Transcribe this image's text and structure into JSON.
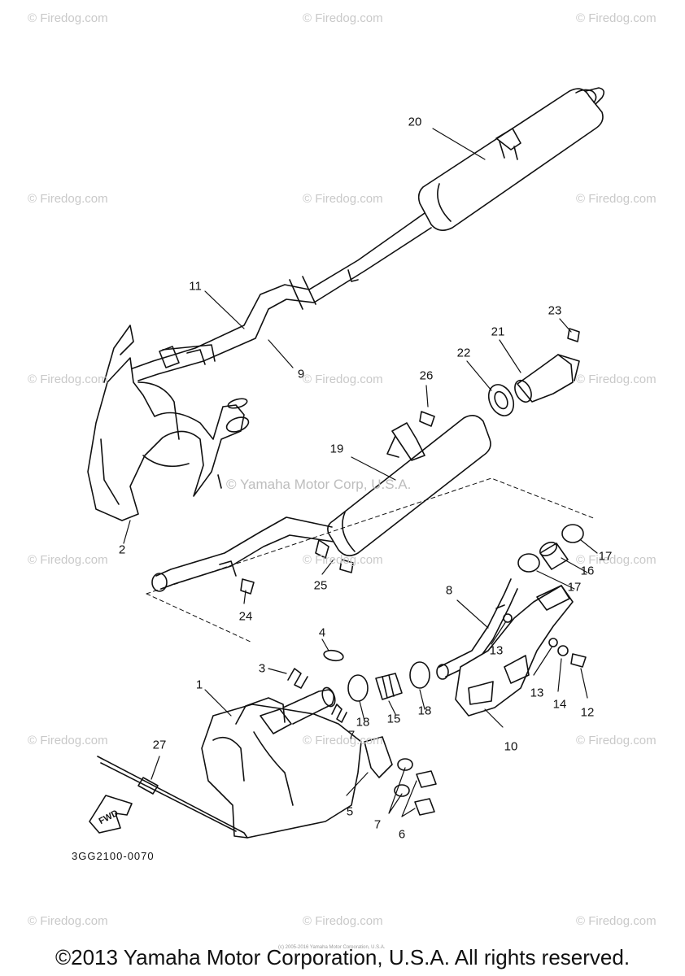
{
  "watermark": "© Firedog.com",
  "center_watermark": "© Yamaha Motor Corp, U.S.A.",
  "callouts": [
    {
      "id": "c1",
      "label": "1"
    },
    {
      "id": "c2",
      "label": "2"
    },
    {
      "id": "c3",
      "label": "3"
    },
    {
      "id": "c4",
      "label": "4"
    },
    {
      "id": "c5",
      "label": "5"
    },
    {
      "id": "c6",
      "label": "6"
    },
    {
      "id": "c7a",
      "label": "7"
    },
    {
      "id": "c7b",
      "label": "7"
    },
    {
      "id": "c8",
      "label": "8"
    },
    {
      "id": "c9",
      "label": "9"
    },
    {
      "id": "c10",
      "label": "10"
    },
    {
      "id": "c11",
      "label": "11"
    },
    {
      "id": "c12",
      "label": "12"
    },
    {
      "id": "c13a",
      "label": "13"
    },
    {
      "id": "c13b",
      "label": "13"
    },
    {
      "id": "c14",
      "label": "14"
    },
    {
      "id": "c15",
      "label": "15"
    },
    {
      "id": "c16",
      "label": "16"
    },
    {
      "id": "c17a",
      "label": "17"
    },
    {
      "id": "c17b",
      "label": "17"
    },
    {
      "id": "c18a",
      "label": "18"
    },
    {
      "id": "c18b",
      "label": "18"
    },
    {
      "id": "c19",
      "label": "19"
    },
    {
      "id": "c20",
      "label": "20"
    },
    {
      "id": "c21",
      "label": "21"
    },
    {
      "id": "c22",
      "label": "22"
    },
    {
      "id": "c23",
      "label": "23"
    },
    {
      "id": "c24",
      "label": "24"
    },
    {
      "id": "c25",
      "label": "25"
    },
    {
      "id": "c26",
      "label": "26"
    },
    {
      "id": "c27",
      "label": "27"
    }
  ],
  "fwd_label": "FWD",
  "diagram_code": "3GG2100-0070",
  "fine_print": "(c) 2005-2016 Yamaha Motor Corporation, U.S.A.",
  "footer": "©2013 Yamaha Motor Corporation, U.S.A. All rights reserved."
}
